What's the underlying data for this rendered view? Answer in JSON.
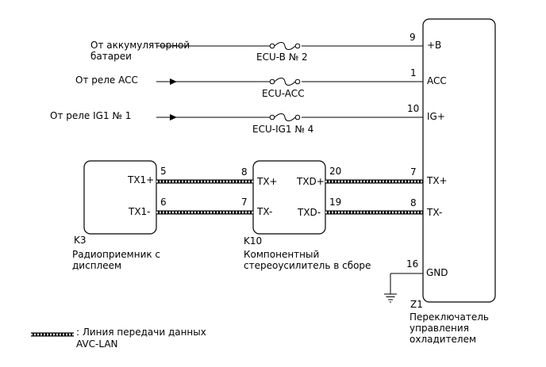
{
  "sources": {
    "battery": "От аккумуляторной батареи",
    "battery_line1": "От аккумуляторной",
    "battery_line2": "батареи",
    "acc_relay": "От реле ACC",
    "ig1_relay": "От реле IG1 № 1"
  },
  "fuses": {
    "ecu_b": "ECU-B № 2",
    "ecu_acc": "ECU-ACC",
    "ecu_ig1": "ECU-IG1 № 4"
  },
  "z1": {
    "code": "Z1",
    "name_line1": "Переключатель",
    "name_line2": "управления",
    "name_line3": "охладителем",
    "pins": [
      {
        "num": "9",
        "label": "+B"
      },
      {
        "num": "1",
        "label": "ACC"
      },
      {
        "num": "10",
        "label": "IG+"
      },
      {
        "num": "7",
        "label": "TX+"
      },
      {
        "num": "8",
        "label": "TX-"
      },
      {
        "num": "16",
        "label": "GND"
      }
    ]
  },
  "k3": {
    "code": "K3",
    "name_line1": "Радиоприемник с",
    "name_line2": "дисплеем",
    "pins": [
      {
        "num": "5",
        "label": "TX1+"
      },
      {
        "num": "6",
        "label": "TX1-"
      }
    ]
  },
  "k10": {
    "code": "K10",
    "name_line1": "Компонентный",
    "name_line2": "стереоусилитель в сборе",
    "pins_left": [
      {
        "num": "8",
        "label": "TX+"
      },
      {
        "num": "7",
        "label": "TX-"
      }
    ],
    "pins_right": [
      {
        "num": "20",
        "label": "TXD+"
      },
      {
        "num": "19",
        "label": "TXD-"
      }
    ]
  },
  "legend": {
    "line1": ": Линия передачи данных",
    "line2": "AVC-LAN"
  },
  "colors": {
    "line": "#000000",
    "background": "#ffffff"
  }
}
